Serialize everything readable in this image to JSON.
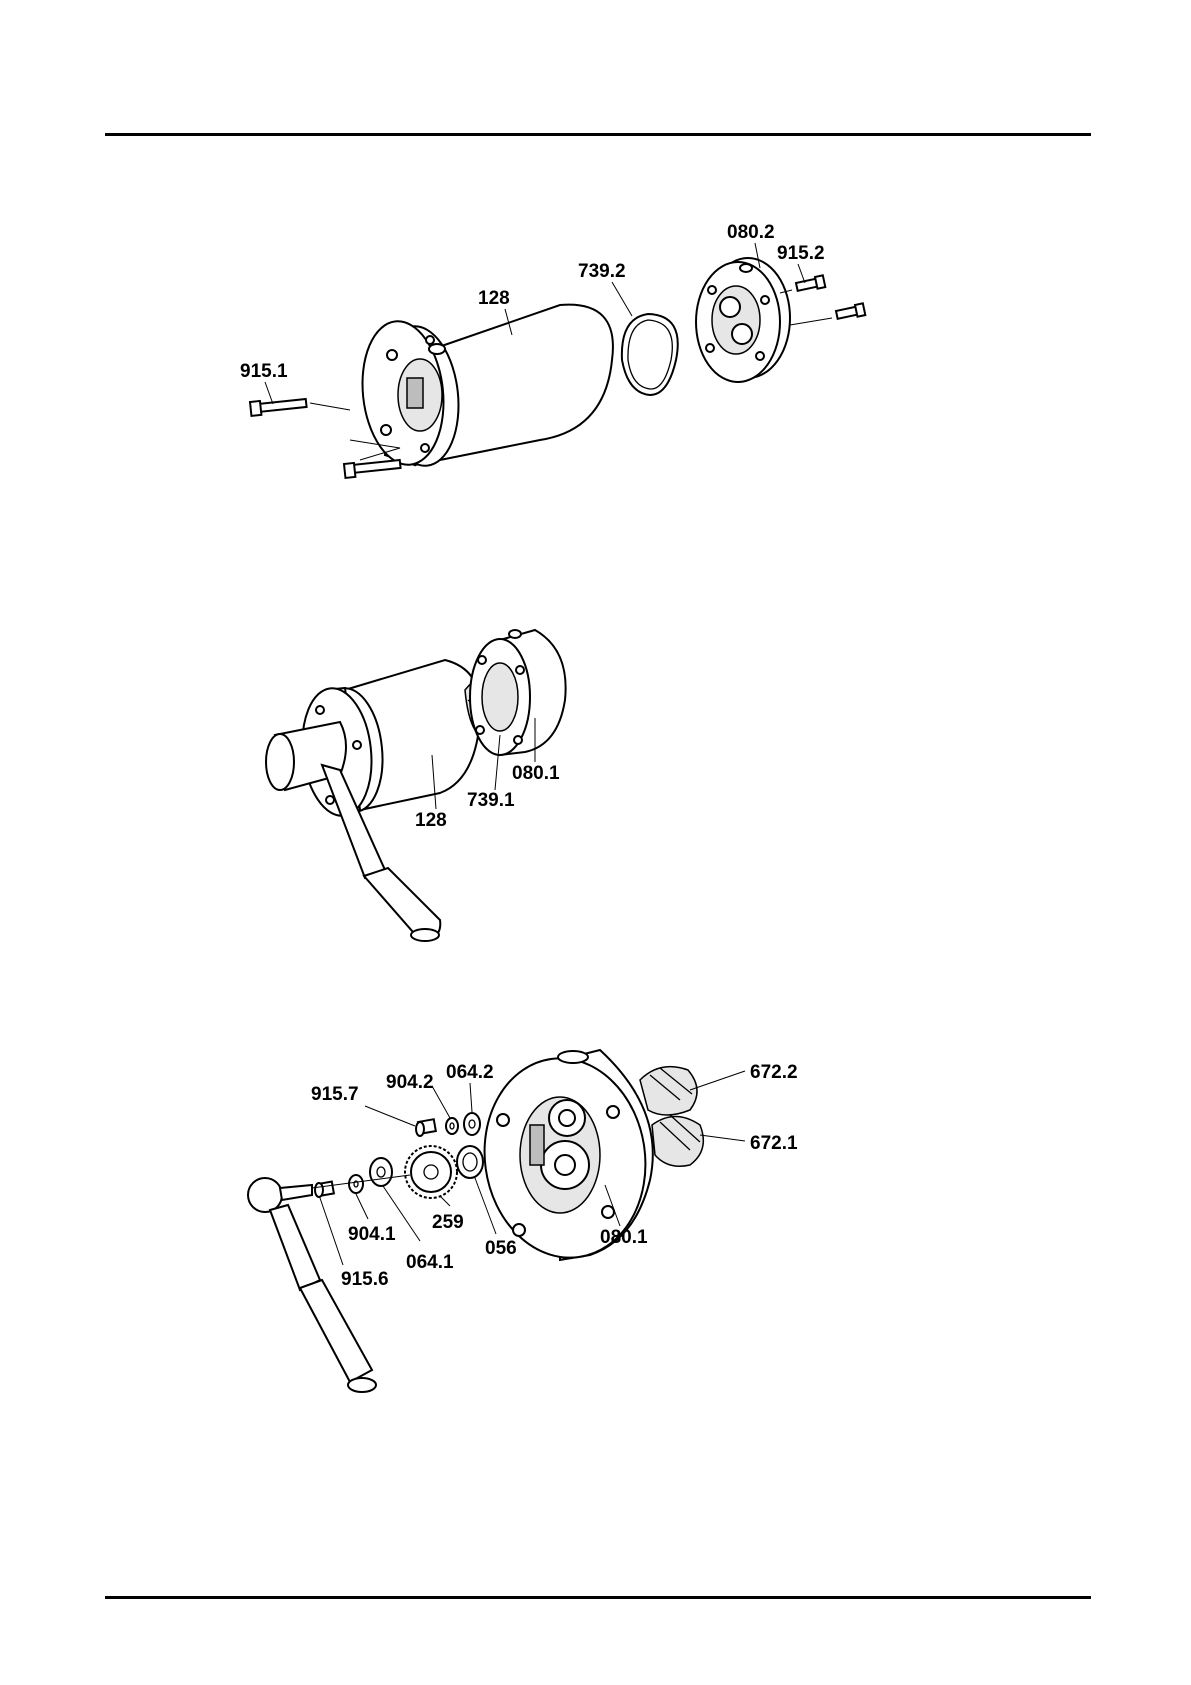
{
  "figure_1": {
    "labels": {
      "casing": "128",
      "oring": "739.2",
      "cover": "080.2",
      "screw_cover": "915.2",
      "screw_casing": "915.1"
    }
  },
  "figure_2": {
    "labels": {
      "casing": "128",
      "oring": "739.1",
      "cover": "080.1"
    }
  },
  "figure_3": {
    "labels": {
      "screw_upper": "915.7",
      "washer_upper": "904.2",
      "disc_upper": "064.2",
      "spindle_upper": "672.2",
      "spindle_lower": "672.1",
      "screw_lower": "915.6",
      "washer_lower": "904.1",
      "disc_lower": "064.1",
      "gear": "259",
      "bush": "056",
      "cover": "080.1"
    }
  },
  "colors": {
    "line": "#000000",
    "paper": "#ffffff"
  }
}
